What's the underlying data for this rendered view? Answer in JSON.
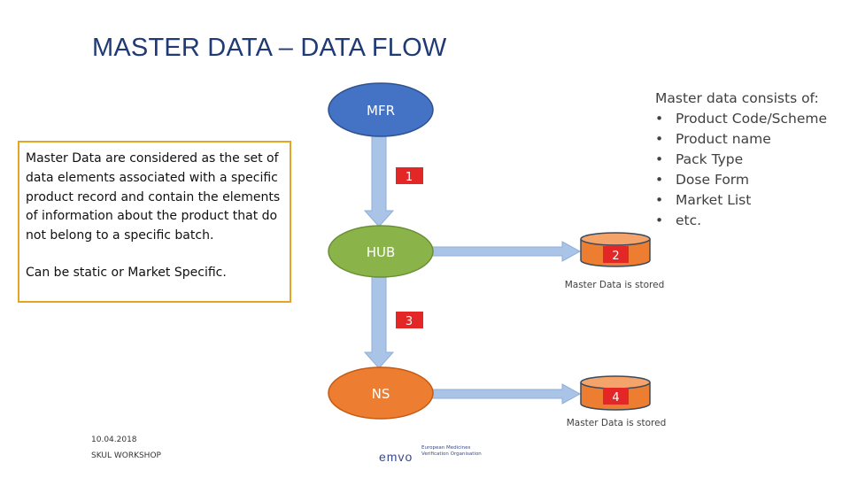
{
  "title": "MASTER DATA – DATA FLOW",
  "description": {
    "paragraph1": "Master Data are considered as the set of data elements associated with a specific product record and contain the elements of information about the product that do not belong to a specific batch.",
    "paragraph2": "Can be static or Market Specific."
  },
  "nodes": {
    "mfr": {
      "label": "MFR",
      "color": "#4472c4"
    },
    "hub": {
      "label": "HUB",
      "color": "#8ab34a"
    },
    "ns": {
      "label": "NS",
      "color": "#ed7d31"
    }
  },
  "steps": [
    "1",
    "2",
    "3",
    "4"
  ],
  "storage_labels": {
    "hub_store": "Master Data is stored",
    "ns_store": "Master Data is stored"
  },
  "master_data_list": {
    "heading": "Master data consists of:",
    "bullet": "•",
    "items": [
      "Product Code/Scheme",
      "Product name",
      "Pack Type",
      "Dose Form",
      "Market List",
      "etc."
    ]
  },
  "footer": {
    "date": "10.04.2018",
    "event": "SKUL WORKSHOP"
  },
  "logo": {
    "mark": "emvo",
    "org": "European Medicines Verification Organisation"
  },
  "colors": {
    "title": "#1f3a75",
    "arrow": "#a9c4e6",
    "step_badge": "#e32626",
    "box_border": "#e3a624",
    "cylinder": "#ed7d31"
  }
}
